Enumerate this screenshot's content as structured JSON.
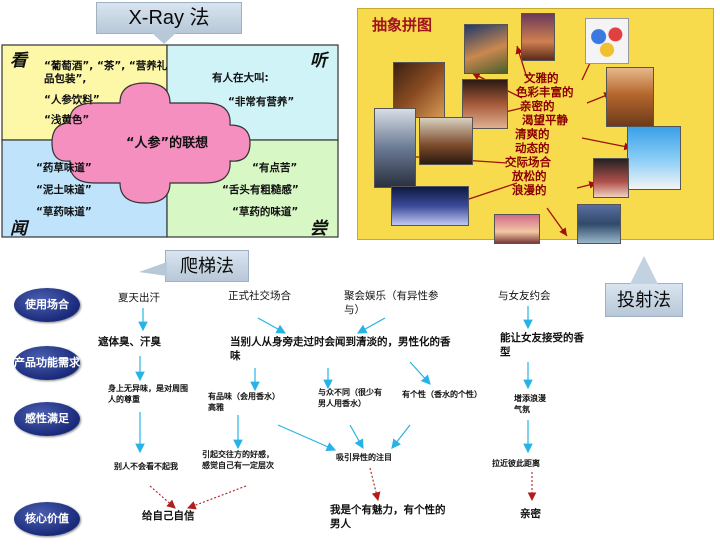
{
  "xray": {
    "title": "X-Ray 法",
    "corners": {
      "see": "看",
      "hear": "听",
      "smell": "闻",
      "taste": "尝"
    },
    "center": "“人参”的联想",
    "see_items": [
      "“葡萄酒”, “茶”, “营养礼品包装”,",
      "“人参饮料”",
      "“浅黄色”"
    ],
    "hear_items": [
      "有人在大叫:",
      "“非常有营养”"
    ],
    "smell_items": [
      "“药草味道”",
      "“泥土味道”",
      "“草药味道”"
    ],
    "taste_items": [
      "“有点苦”",
      "“舌头有粗糙感”",
      "“草药的味道”"
    ]
  },
  "collage": {
    "title": "抽象拼图",
    "words": [
      "文雅的",
      "色彩丰富的",
      "亲密的",
      "渴望平静",
      "清爽的",
      "动态的",
      "交际场合",
      "放松的",
      "浪漫的"
    ]
  },
  "ladder": {
    "title": "爬梯法",
    "rows": [
      "使用场合",
      "产品功能需求",
      "感性满足",
      "核心价值"
    ],
    "occasions": [
      "夏天出汗",
      "正式社交场合",
      "聚会娱乐（有异性参与）",
      "与女友约会"
    ],
    "needs": [
      "遮体臭、汗臭",
      "当别人从身旁走过时会闻到清淡的，男性化的香味",
      "能让女友接受的香型"
    ],
    "emotional": [
      "身上无异味，是对周围人的尊重",
      "有品味（会用香水）高雅",
      "与众不同（很少有男人用香水）",
      "有个性（香水的个性）",
      "增添浪漫气氛"
    ],
    "consequences": [
      "别人不会看不起我",
      "引起交往方的好感，感觉自己有一定层次",
      "吸引异性的注目",
      "拉近彼此距离"
    ],
    "values": [
      "给自己自信",
      "我是个有魅力，有个性的男人",
      "亲密"
    ]
  },
  "projection": {
    "title": "投射法"
  }
}
